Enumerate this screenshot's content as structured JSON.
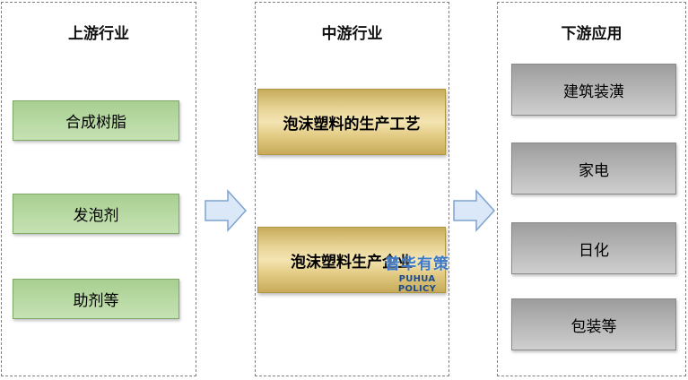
{
  "columns": [
    {
      "title": "上游行业",
      "items": [
        "合成树脂",
        "发泡剂",
        "助剂等"
      ]
    },
    {
      "title": "中游行业",
      "items": [
        "泡沫塑料的生产工艺",
        "泡沫塑料生产企业"
      ]
    },
    {
      "title": "下游应用",
      "items": [
        "建筑装潢",
        "家电",
        "日化",
        "包装等"
      ]
    }
  ],
  "watermark": {
    "cn": "普华有策",
    "en": "PUHUA POLICY"
  },
  "colors": {
    "upstream_box": "#b8d9a3",
    "midstream_box": "#e8d497",
    "downstream_box": "#b8b8b8",
    "arrow_fill": "#dbe8f7",
    "arrow_stroke": "#7ea3cf",
    "watermark": "#3c78c8"
  }
}
